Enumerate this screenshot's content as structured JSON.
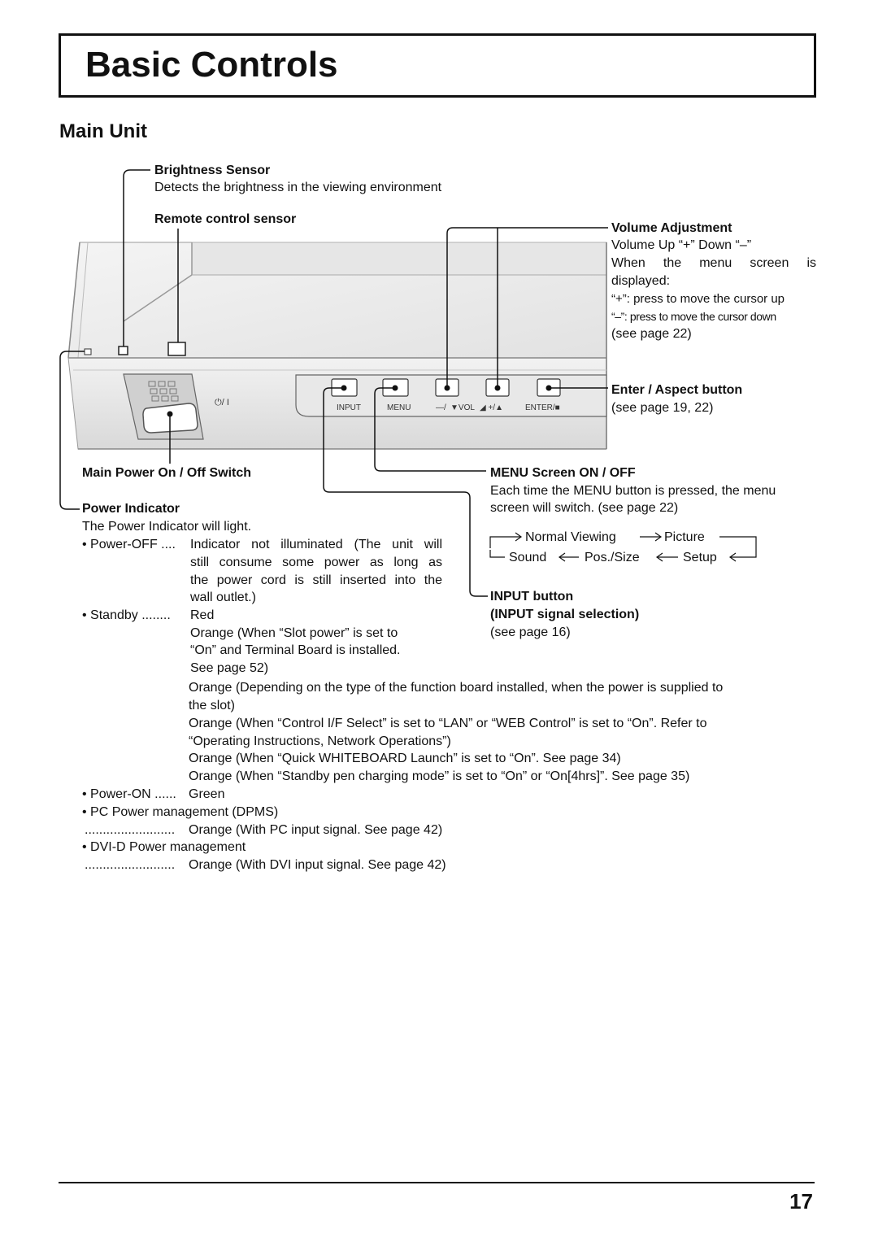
{
  "page": {
    "title": "Basic Controls",
    "section": "Main Unit",
    "page_number": "17"
  },
  "device": {
    "labels": {
      "input": "INPUT",
      "menu": "MENU",
      "vol_minus": "—/",
      "vol": "▼VOL",
      "vol_plus": "◢ +/▲",
      "enter": "ENTER/■",
      "power_symbol": "⏻/ I"
    }
  },
  "callouts": {
    "brightness_sensor": {
      "title": "Brightness Sensor",
      "desc": "Detects the brightness in the viewing environment"
    },
    "remote_sensor": {
      "title": "Remote control sensor"
    },
    "volume": {
      "title": "Volume Adjustment",
      "line1": "Volume Up “+” Down “–”",
      "line2": "When the menu screen is",
      "line3": "displayed:",
      "line4": "“+”: press to move the cursor up",
      "line5": "“–”: press to move the cursor down",
      "line6": "(see page 22)"
    },
    "enter": {
      "title": "Enter / Aspect button",
      "desc": "(see page 19, 22)"
    },
    "main_power": {
      "title": "Main Power On / Off Switch"
    },
    "menu_screen": {
      "title": "MENU Screen ON / OFF",
      "line1": "Each time the MENU button is pressed, the menu",
      "line2": "screen will switch. (see page 22)",
      "flow": {
        "normal": "Normal Viewing",
        "picture": "Picture",
        "setup": "Setup",
        "pos_size": "Pos./Size",
        "sound": "Sound"
      }
    },
    "input_button": {
      "title": "INPUT button",
      "subtitle": "(INPUT signal selection)",
      "desc": "(see page 16)"
    },
    "power_indicator": {
      "title": "Power Indicator",
      "desc": "The Power Indicator will light.",
      "power_off_label": "• Power-OFF ....",
      "power_off_l1": "Indicator not illuminated (The unit will",
      "power_off_l2": "still consume some power as long as",
      "power_off_l3": "the power cord is still inserted into the",
      "power_off_l4": "wall outlet.)",
      "standby_label": "• Standby  ........",
      "standby_red": "Red",
      "standby_o1_l1": "Orange (When “Slot power” is set to",
      "standby_o1_l2": "“On” and Terminal Board is installed.",
      "standby_o1_l3": "See page 52)",
      "standby_o2_l1": "Orange (Depending on the type of the function board installed, when the power is supplied to",
      "standby_o2_l2": "the slot)",
      "standby_o3_l1": "Orange (When “Control I/F Select” is set to “LAN” or “WEB Control” is set to “On”. Refer to",
      "standby_o3_l2": "“Operating Instructions, Network Operations”)",
      "standby_o4": "Orange (When “Quick WHITEBOARD Launch” is set to “On”. See page 34)",
      "standby_o5": "Orange (When “Standby pen charging mode” is set to “On” or “On[4hrs]”. See page 35)",
      "power_on_label": "• Power-ON ......",
      "power_on_value": "Green",
      "dpms_label": "• PC Power management (DPMS)",
      "dpms_dots": ".........................",
      "dpms_value": "Orange (With PC input signal. See page 42)",
      "dvi_label": "• DVI-D Power management",
      "dvi_dots": ".........................",
      "dvi_value": "Orange (With DVI input signal. See page 42)"
    }
  }
}
